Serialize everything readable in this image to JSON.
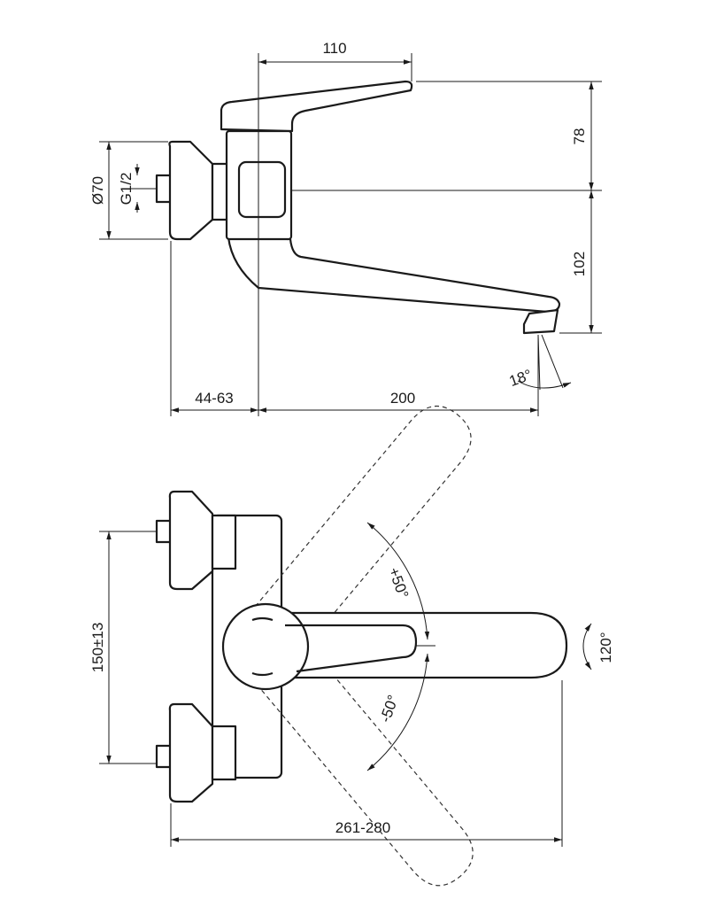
{
  "side_view": {
    "dim_lever_length": "110",
    "dim_lever_height": "78",
    "dim_spout_drop": "102",
    "dim_flange_diameter": "Ø70",
    "dim_thread": "G1/2",
    "dim_spray_angle": "18°",
    "dim_wall_offset": "44-63",
    "dim_projection": "200"
  },
  "top_view": {
    "dim_centres": "150±13",
    "dim_lever_up": "+50°",
    "dim_lever_down": "-50°",
    "dim_spout_swivel": "120°",
    "dim_overall_length": "261-280"
  }
}
